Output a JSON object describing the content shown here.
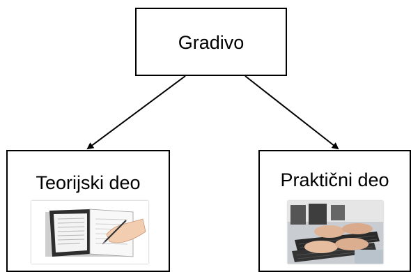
{
  "diagram": {
    "root": {
      "label": "Gradivo"
    },
    "children": [
      {
        "label": "Teorijski deo",
        "image": "tablet-and-writing-hand-illustration"
      },
      {
        "label": "Praktični deo",
        "image": "hands-typing-on-keyboards-photo"
      }
    ],
    "line_color": "#000000"
  }
}
